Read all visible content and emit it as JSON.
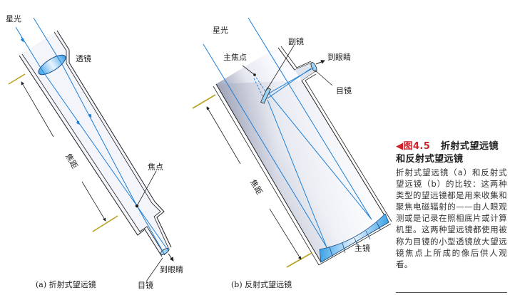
{
  "figure_a": {
    "starlight": "星光",
    "lens": "透镜",
    "focal_length": "焦距",
    "focal_point": "焦点",
    "to_eye": "到眼睛",
    "eyepiece": "目镜",
    "caption": "(a) 折射式望远镜"
  },
  "figure_b": {
    "starlight": "星光",
    "secondary_mirror": "副镜",
    "prime_focus": "主焦点",
    "to_eye": "到眼睛",
    "eyepiece": "目镜",
    "focal_length": "焦距",
    "primary_mirror": "主镜",
    "caption": "(b) 反射式望远镜"
  },
  "panel": {
    "figure_number": "◀图4.5",
    "title": "折射式望远镜和反射式望远镜",
    "body": "折射式望远镜（a）和反射式望远镜（b）的比较：这两种类型的望远镜都是用来收集和聚焦电磁辐射的——由人眼观测或是记录在照相底片或计算机里。这两种望远镜都使用被称为目镜的小型透镜放大望远镜焦点上所成的像后供人观看。"
  },
  "colors": {
    "ray": "#1e7fd6",
    "tick": "#b8a020",
    "accent": "#d0212a"
  }
}
